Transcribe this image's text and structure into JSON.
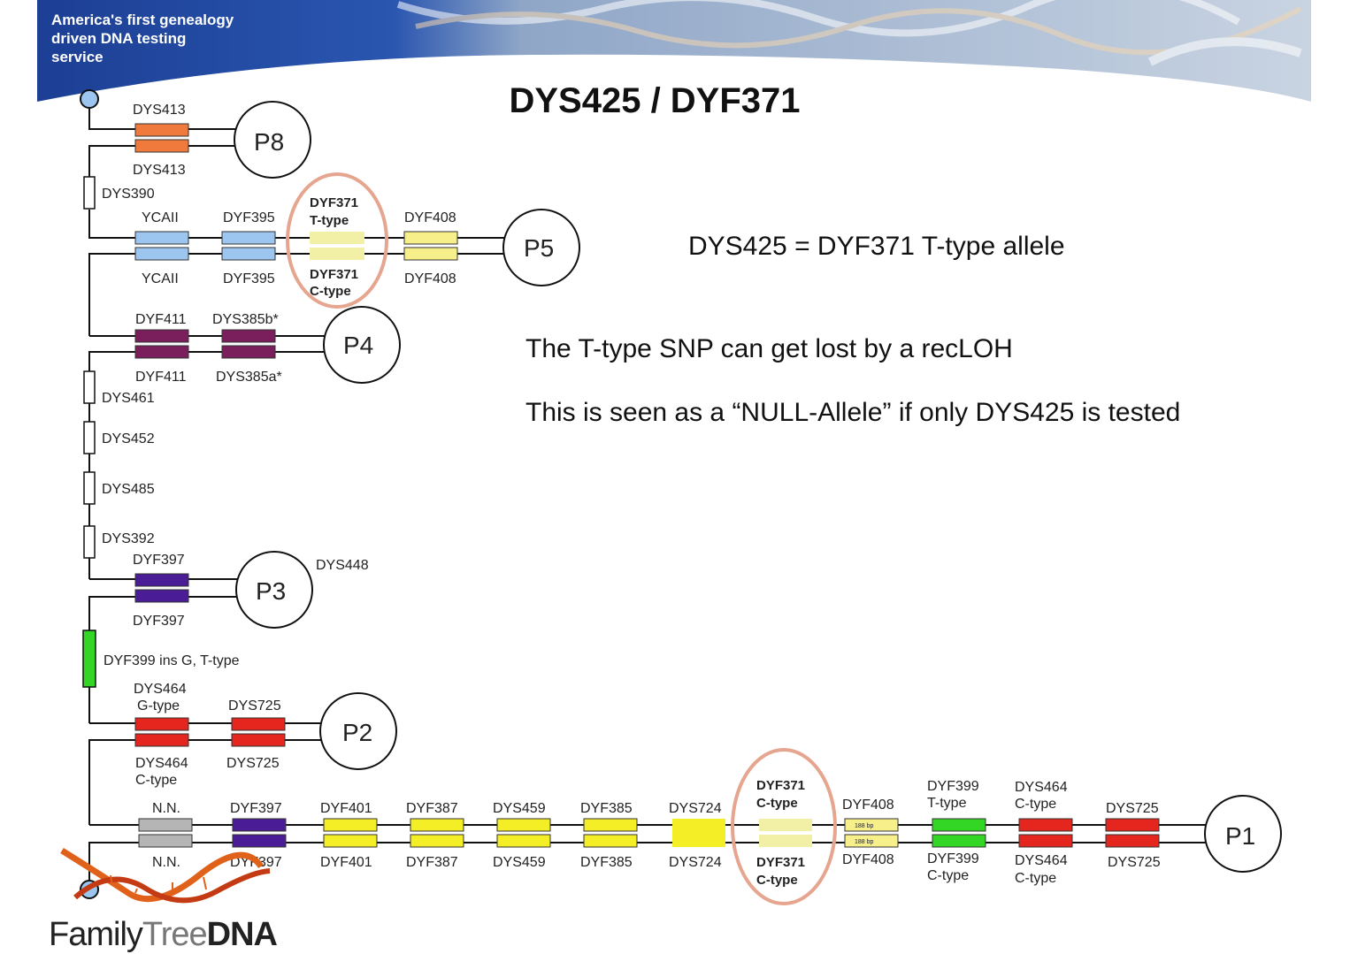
{
  "header": {
    "tagline_line1": "America's first genealogy",
    "tagline_line2": "driven DNA testing",
    "tagline_line3": "service"
  },
  "title": "DYS425 / DYF371",
  "notes": {
    "line1": "DYS425 = DYF371 T-type allele",
    "line2": "The T-type SNP can get lost by a recLOH",
    "line3": "This is seen as a “NULL-Allele” if only DYS425 is tested"
  },
  "palindromes": {
    "p8": "P8",
    "p5": "P5",
    "p4": "P4",
    "p3": "P3",
    "p2": "P2",
    "p1": "P1"
  },
  "p8_arm": {
    "top": "DYS413",
    "bottom": "DYS413"
  },
  "single_markers": {
    "dys390": "DYS390",
    "dys461": "DYS461",
    "dys452": "DYS452",
    "dys485": "DYS485",
    "dys392": "DYS392",
    "dys448": "DYS448",
    "dyf399_ins": "DYF399 ins G, T-type"
  },
  "p5_arm": {
    "ycaii_top": "YCAII",
    "ycaii_bottom": "YCAII",
    "dyf395_top": "DYF395",
    "dyf395_bottom": "DYF395",
    "dyf371_top": "DYF371",
    "dyf371_top_type": "T-type",
    "dyf371_bottom": "DYF371",
    "dyf371_bottom_type": "C-type",
    "dyf408_top": "DYF408",
    "dyf408_bottom": "DYF408"
  },
  "p4_arm": {
    "dyf411_top": "DYF411",
    "dys385b": "DYS385b*",
    "dyf411_bottom": "DYF411",
    "dys385a": "DYS385a*"
  },
  "p3_arm": {
    "top": "DYF397",
    "bottom": "DYF397"
  },
  "p2_arm": {
    "dys464_top": "DYS464",
    "dys464_top_type": "G-type",
    "dys725_top": "DYS725",
    "dys464_bottom": "DYS464",
    "dys464_bottom_type": "C-type",
    "dys725_bottom": "DYS725"
  },
  "p1_arm": {
    "nn_top": "N.N.",
    "nn_bottom": "N.N.",
    "dyf397_top": "DYF397",
    "dyf397_bottom": "DYF397",
    "dyf401_top": "DYF401",
    "dyf401_bottom": "DYF401",
    "dyf387_top": "DYF387",
    "dyf387_bottom": "DYF387",
    "dys459_top": "DYS459",
    "dys459_bottom": "DYS459",
    "dyf385_top": "DYF385",
    "dyf385_bottom": "DYF385",
    "dys724_top": "DYS724",
    "dys724_bottom": "DYS724",
    "dyf371_top": "DYF371",
    "dyf371_top_type": "C-type",
    "dyf371_bottom": "DYF371",
    "dyf371_bottom_type": "C-type",
    "dyf408_top": "DYF408",
    "dyf408_bottom": "DYF408",
    "bp_top": "188 bp",
    "bp_bottom": "188 bp",
    "dyf399_top": "DYF399",
    "dyf399_top_type": "T-type",
    "dyf399_bottom": "DYF399",
    "dyf399_bottom_type": "C-type",
    "dys464_top": "DYS464",
    "dys464_top_type": "C-type",
    "dys464_bottom": "DYS464",
    "dys464_bottom_type": "C-type",
    "dys725_top": "DYS725",
    "dys725_bottom": "DYS725"
  },
  "logo": {
    "word1": "Family",
    "word2": "Tree",
    "word3": "DNA"
  },
  "colors": {
    "header_blue": "#1c3f94",
    "dys413": "#f07a3c",
    "ycaii": "#9cc6ef",
    "dyf371_highlight": "#f2f0a6",
    "dyf408": "#f7f08a",
    "dyf411": "#7a1f5c",
    "dyf397": "#4a1d96",
    "dys464": "#e4261f",
    "nn": "#b5b5b5",
    "yellow": "#f4ee26",
    "dyf399": "#33d624",
    "circle_highlight": "#e6a58f"
  }
}
